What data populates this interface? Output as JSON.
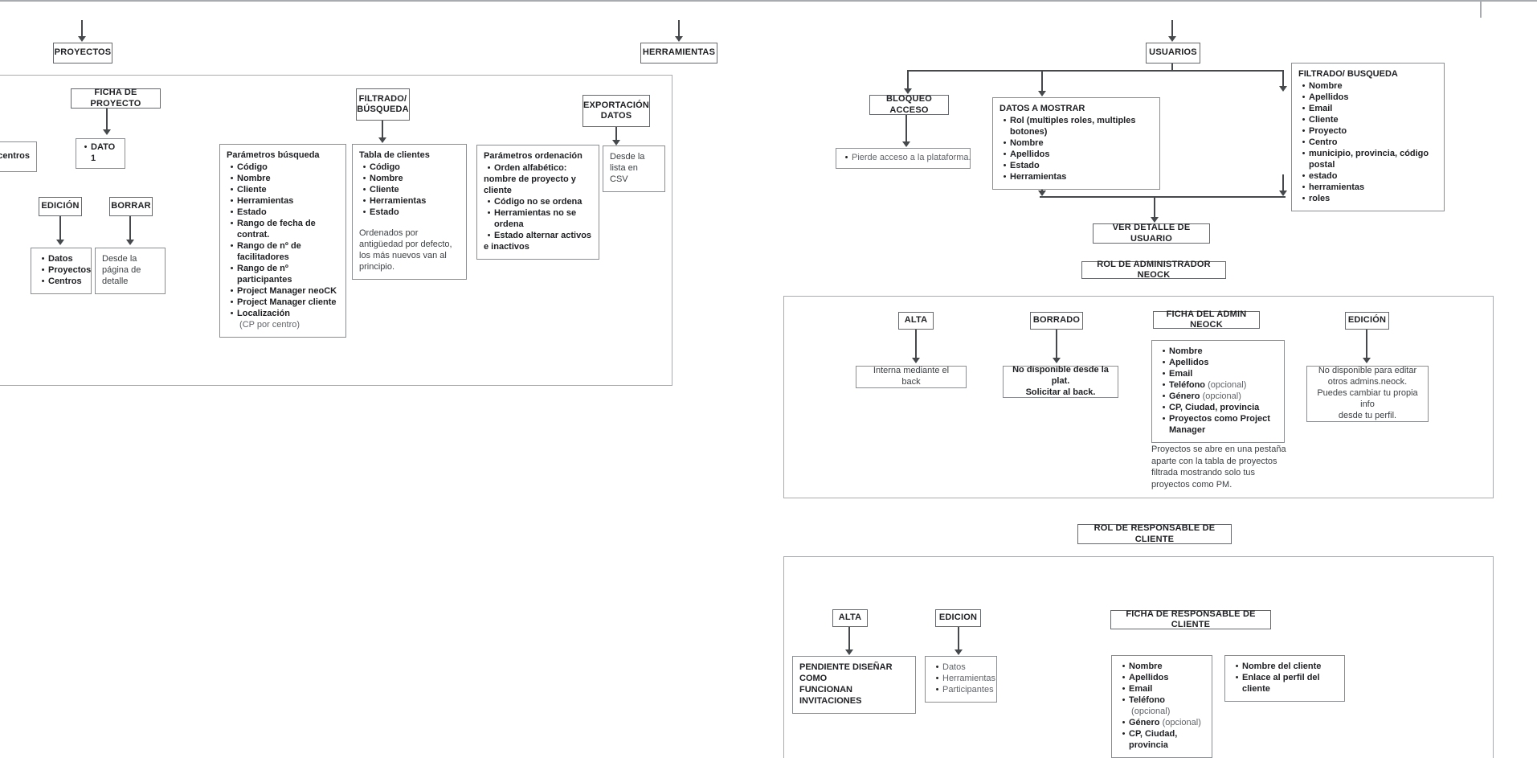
{
  "colors": {
    "connector": "#46494c",
    "container_border": "#a8acb0",
    "box_border": "#8a8e92",
    "text": "#202124",
    "muted_text": "#5f6368"
  },
  "nav": {
    "proyectos": "PROYECTOS",
    "herramientas": "HERRAMIENTAS",
    "usuarios": "USUARIOS"
  },
  "proyectos": {
    "ficha": "FICHA DE PROYECTO",
    "dato_items": [
      {
        "b": "DATO 1"
      }
    ],
    "centros_fragment": "e centros",
    "edicion": {
      "label": "EDICIÓN",
      "items": [
        {
          "b": "Datos"
        },
        {
          "b": "Proyectos"
        },
        {
          "b": "Centros"
        }
      ]
    },
    "borrar": {
      "label": "BORRAR",
      "note": "Desde la página de detalle"
    },
    "filtrado": {
      "label": "FILTRADO/ BÚSQUEDA"
    },
    "parametros_busqueda": {
      "title": "Parámetros búsqueda",
      "items": [
        {
          "b": "Código"
        },
        {
          "b": "Nombre"
        },
        {
          "b": "Cliente"
        },
        {
          "b": "Herramientas"
        },
        {
          "b": "Estado"
        },
        {
          "b": "Rango de fecha de contrat."
        },
        {
          "b": "Rango de nº de facilitadores"
        },
        {
          "b": "Rango de nº participantes"
        },
        {
          "b": "Project Manager neoCK"
        },
        {
          "b": "Project Manager cliente"
        },
        {
          "b": "Localización",
          "n": " (CP por centro)"
        }
      ]
    },
    "tabla_clientes": {
      "title": "Tabla de clientes",
      "items": [
        {
          "b": "Código"
        },
        {
          "b": "Nombre"
        },
        {
          "b": "Cliente"
        },
        {
          "b": "Herramientas"
        },
        {
          "b": "Estado"
        }
      ],
      "note": "Ordenados por antigüedad por defecto, los más nuevos van al principio."
    },
    "parametros_ordenacion": {
      "title": "Parámetros ordenación",
      "items": [
        {
          "b": "Orden alfabético:"
        },
        {
          "b": "nombre de proyecto y cliente",
          "nb": true
        },
        {
          "b": "Código no se ordena"
        },
        {
          "b": "Herramientas no se ordena"
        },
        {
          "b": "Estado alternar activos"
        },
        {
          "b": "e inactivos",
          "nb": true
        }
      ]
    },
    "exportacion": {
      "label": "EXPORTACIÓN DATOS",
      "note": "Desde la lista en CSV"
    }
  },
  "usuarios": {
    "bloqueo": {
      "label": "BLOQUEO ACCESO",
      "items": [
        {
          "n": "Pierde acceso a la plataforma."
        }
      ]
    },
    "datos_mostrar": {
      "title": "DATOS A MOSTRAR",
      "items": [
        {
          "b": "Rol (multiples roles, multiples botones)"
        },
        {
          "b": "Nombre"
        },
        {
          "b": "Apellidos"
        },
        {
          "b": "Estado"
        },
        {
          "b": "Herramientas"
        }
      ]
    },
    "filtrado": {
      "title": "FILTRADO/ BUSQUEDA",
      "items": [
        {
          "b": "Nombre"
        },
        {
          "b": "Apellidos"
        },
        {
          "b": "Email"
        },
        {
          "b": "Cliente"
        },
        {
          "b": "Proyecto"
        },
        {
          "b": "Centro"
        },
        {
          "b": "municipio, provincia, código postal"
        },
        {
          "b": "estado"
        },
        {
          "b": "herramientas"
        },
        {
          "b": "roles"
        }
      ]
    },
    "ver_detalle": "VER DETALLE DE USUARIO",
    "rol_admin": "ROL DE ADMINISTRADOR NEOCK",
    "admin": {
      "alta": {
        "label": "ALTA",
        "note": "Interna mediante el back"
      },
      "borrado": {
        "label": "BORRADO",
        "note": "No disponible desde la plat.\nSolicitar al back."
      },
      "ficha": {
        "title": "FICHA DEL ADMIN NEOCK",
        "items": [
          {
            "b": "Nombre"
          },
          {
            "b": "Apellidos"
          },
          {
            "b": "Email"
          },
          {
            "b": "Teléfono",
            "n": " (opcional)"
          },
          {
            "b": "Género",
            "n": " (opcional)"
          },
          {
            "b": "CP, Ciudad, provincia"
          },
          {
            "b": "Proyectos como Project Manager"
          }
        ],
        "note": "Proyectos se abre en una pestaña\naparte con la tabla de proyectos\nfiltrada mostrando solo tus\nproyectos como PM."
      },
      "edicion": {
        "label": "EDICIÓN",
        "note": "No disponible para editar\notros admins.neock.\nPuedes cambiar tu propia info\ndesde tu perfil."
      }
    },
    "rol_responsable": "ROL DE RESPONSABLE DE CLIENTE",
    "responsable": {
      "alta": {
        "label": "ALTA",
        "note": "PENDIENTE DISEÑAR COMO\nFUNCIONAN INVITACIONES"
      },
      "edicion": {
        "label": "EDICION",
        "items": [
          {
            "n": "Datos"
          },
          {
            "n": "Herramientas"
          },
          {
            "n": "Participantes"
          }
        ]
      },
      "ficha": {
        "title": "FICHA DE RESPONSABLE DE CLIENTE",
        "items": [
          {
            "b": "Nombre"
          },
          {
            "b": "Apellidos"
          },
          {
            "b": "Email"
          },
          {
            "b": "Teléfono",
            "n": " (opcional)"
          },
          {
            "b": "Género",
            "n": " (opcional)"
          },
          {
            "b": "CP, Ciudad, provincia"
          }
        ],
        "cliente_items": [
          {
            "b": "Nombre del cliente"
          },
          {
            "b": "Enlace al perfil del cliente"
          }
        ]
      }
    }
  }
}
